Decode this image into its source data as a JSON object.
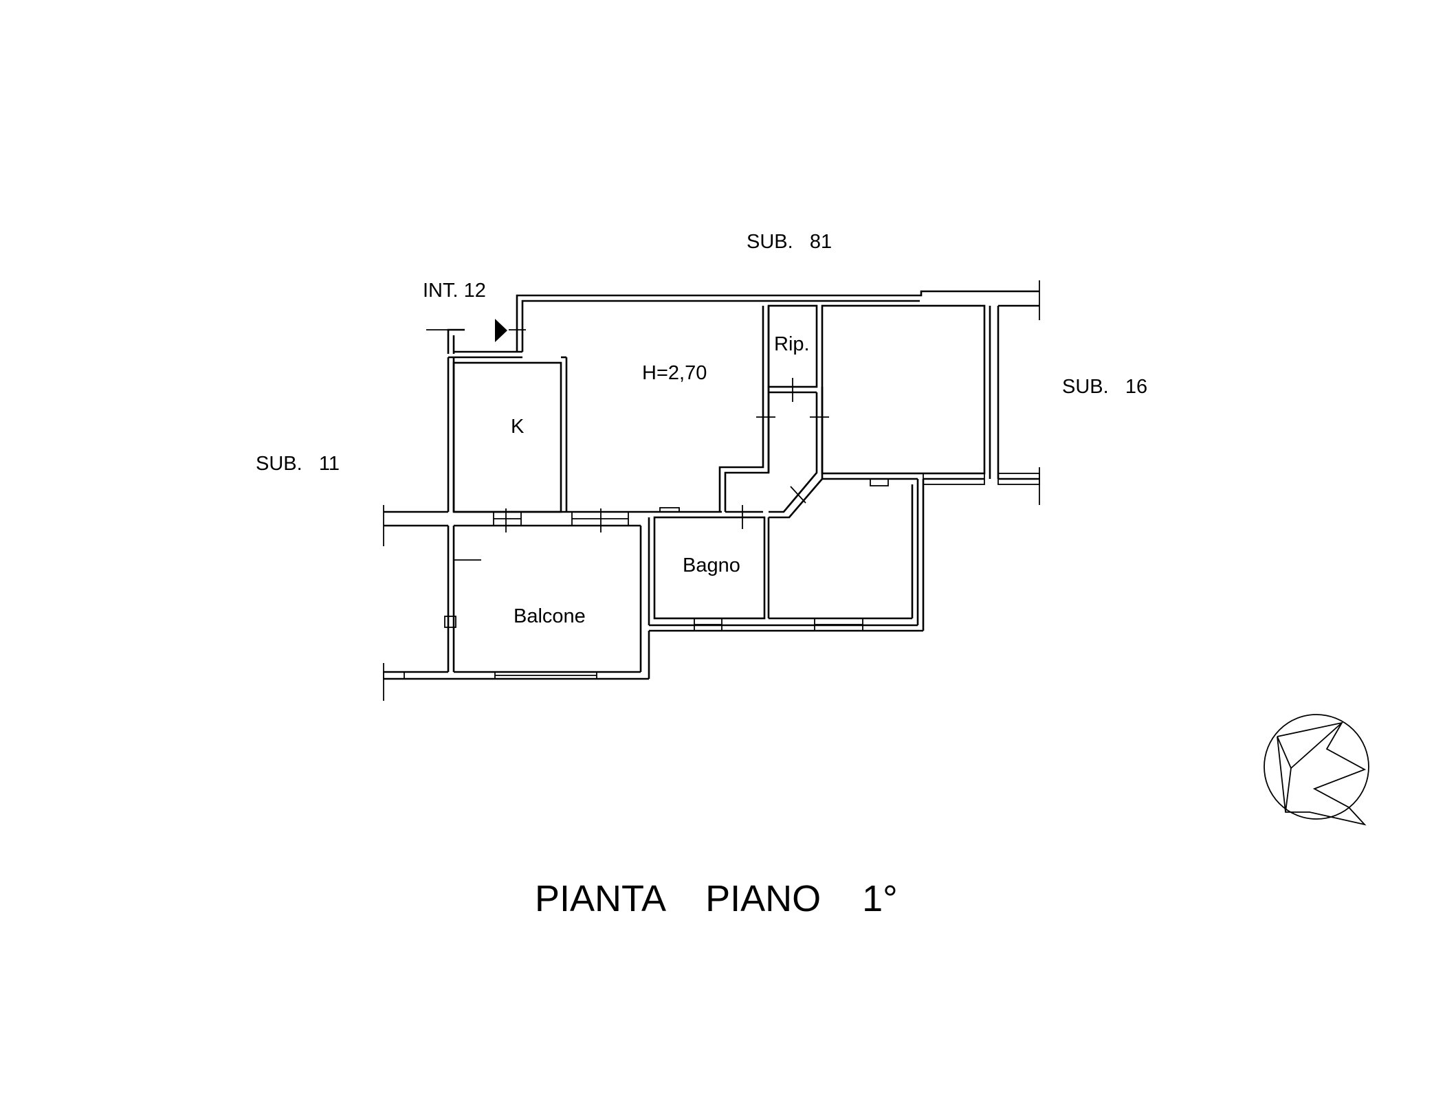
{
  "labels": {
    "sub_81": "SUB.   81",
    "sub_16": "SUB.   16",
    "sub_11": "SUB.   11",
    "int": "INT. 12",
    "height": "H=2,70",
    "kitchen": "K",
    "storage": "Rip.",
    "bathroom": "Bagno",
    "balcony": "Balcone"
  },
  "title": "PIANTA    PIANO    1°",
  "compass_icon": "north-arrow-icon"
}
